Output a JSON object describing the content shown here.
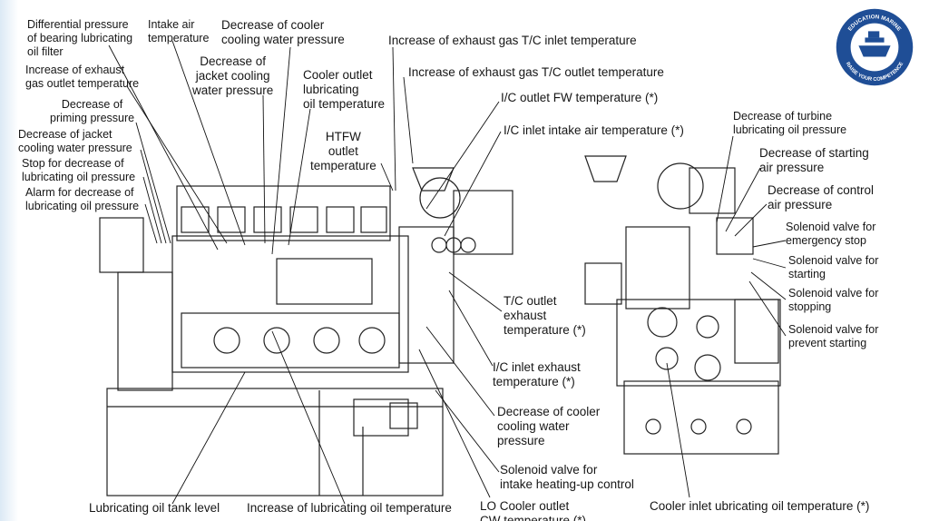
{
  "labels": {
    "l_diff_pressure": "Differential pressure\nof bearing lubricating\noil filter",
    "l_intake_air": "Intake air\ntemperature",
    "l_dec_cooler_cw": "Decrease of cooler\ncooling water pressure",
    "l_inc_exh_tc_in": "Increase of exhaust gas T/C inlet temperature",
    "l_inc_exh_gas_outlet": "Increase of exhaust\ngas outlet temperature",
    "l_dec_jacket_cw": "Decrease of\njacket cooling\nwater pressure",
    "l_cooler_outlet_lo": "Cooler outlet\nlubricating\noil temperature",
    "l_inc_exh_tc_out": "Increase of exhaust gas T/C outlet temperature",
    "l_dec_priming": "Decrease of\npriming pressure",
    "l_ic_outlet_fw": "I/C outlet FW temperature (*)",
    "l_dec_jacket_cw2": "Decrease of jacket\ncooling water pressure",
    "l_stop_dec_lo": "Stop for decrease of\nlubricating oil pressure",
    "l_alarm_dec_lo": "Alarm for decrease of\nlubricating oil pressure",
    "l_ic_inlet_air": "I/C inlet intake air temperature (*)",
    "l_htfw": "HTFW\noutlet\ntemperature",
    "l_dec_turbine_lo": "Decrease of turbine\nlubricating oil pressure",
    "l_dec_starting_air": "Decrease of starting\nair pressure",
    "l_dec_control_air": "Decrease of control\nair pressure",
    "l_sol_emergency": "Solenoid valve for\nemergency stop",
    "l_sol_starting": "Solenoid valve for\nstarting",
    "l_sol_stopping": "Solenoid valve for\nstopping",
    "l_sol_prevent": "Solenoid valve for\nprevent starting",
    "l_tc_outlet_exh": "T/C outlet\nexhaust\ntemperature (*)",
    "l_ic_inlet_exh": "I/C inlet exhaust\ntemperature (*)",
    "l_dec_cooler_cw2": "Decrease of cooler\ncooling water\npressure",
    "l_sol_intake_heat": "Solenoid valve for\nintake heating-up control",
    "l_lo_tank_level": "Lubricating oil tank level",
    "l_inc_lo_temp": "Increase of lubricating oil temperature",
    "l_lo_cooler_outlet": "LO Cooler outlet\nCW temperature (*)",
    "l_cooler_inlet_lo": "Cooler inlet ubricating oil temperature (*)"
  },
  "badge": {
    "top_text": "EDUCATION MARINE",
    "bottom_text": "RAISE YOUR COMPETENCE",
    "color": "#1f4e96"
  }
}
